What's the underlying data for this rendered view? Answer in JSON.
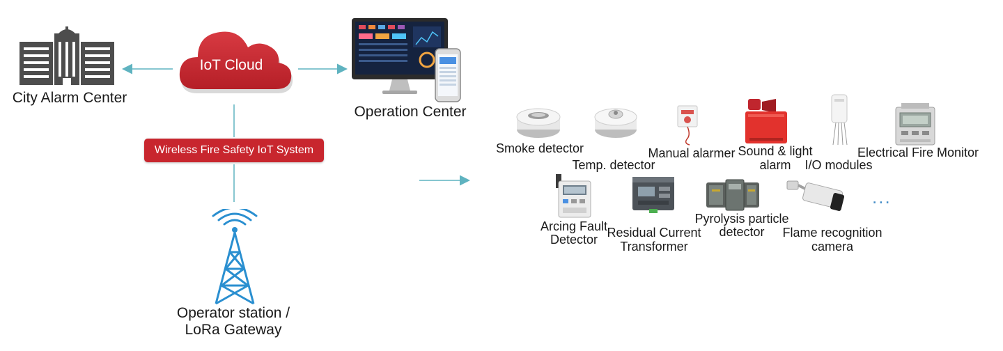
{
  "nodes": {
    "city_alarm_center": "City Alarm Center",
    "iot_cloud": "IoT Cloud",
    "operation_center": "Operation Center",
    "system_badge": "Wireless Fire Safety IoT System",
    "gateway_line1": "Operator station /",
    "gateway_line2": "LoRa Gateway"
  },
  "devices": {
    "smoke": "Smoke detector",
    "temp": "Temp. detector",
    "manual": "Manual alarmer",
    "sound_line1": "Sound & light",
    "sound_line2": "alarm",
    "io": "I/O modules",
    "electrical": "Electrical Fire Monitor",
    "arcing_line1": "Arcing Fault",
    "arcing_line2": "Detector",
    "rct_line1": "Residual Current",
    "rct_line2": "Transformer",
    "pyro_line1": "Pyrolysis particle",
    "pyro_line2": "detector",
    "flame_line1": "Flame recognition",
    "flame_line2": "camera",
    "more": "..."
  },
  "colors": {
    "accent_red": "#c8262e",
    "arrow_teal": "#5fb3c0",
    "tower_blue": "#2a8fd0",
    "building_gray": "#4d4d4d"
  }
}
